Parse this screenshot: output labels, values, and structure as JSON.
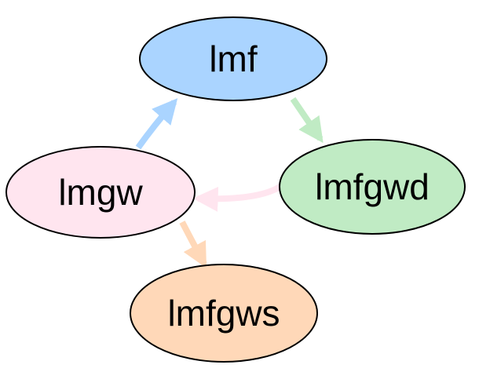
{
  "nodes": {
    "lmf": {
      "label": "lmf",
      "color": "#aad4ff"
    },
    "lmfgwd": {
      "label": "lmfgwd",
      "color": "#c0ebc4"
    },
    "lmgw": {
      "label": "lmgw",
      "color": "#ffe5ef"
    },
    "lmfgws": {
      "label": "lmfgws",
      "color": "#ffd8b8"
    }
  },
  "edges": [
    {
      "from": "lmf",
      "to": "lmfgwd",
      "color": "#c0ebc4"
    },
    {
      "from": "lmfgwd",
      "to": "lmgw",
      "color": "#ffe5ef"
    },
    {
      "from": "lmgw",
      "to": "lmf",
      "color": "#aad4ff"
    },
    {
      "from": "lmgw",
      "to": "lmfgws",
      "color": "#ffd8b8"
    }
  ]
}
